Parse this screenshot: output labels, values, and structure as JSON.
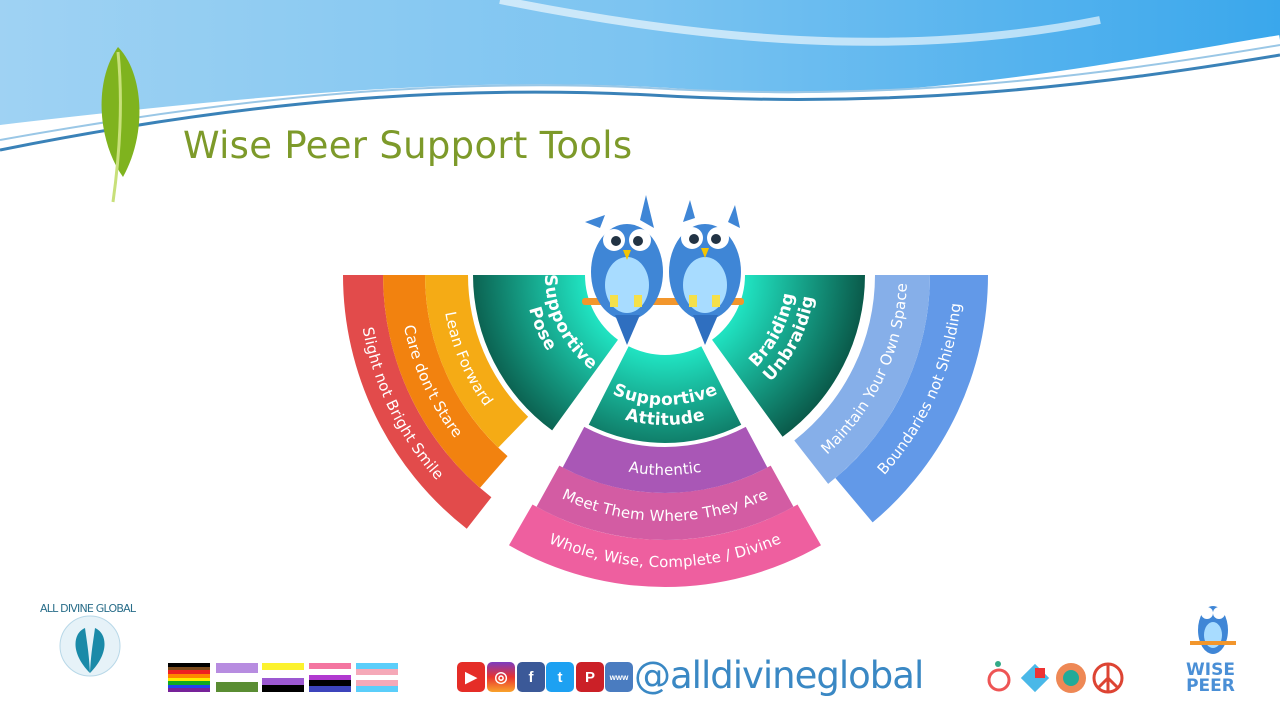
{
  "slide": {
    "title": "Wise Peer Support Tools"
  },
  "diagram": {
    "left_band": [
      "Lean Forward",
      "Care don't Stare",
      "Slight not Bright Smile"
    ],
    "bottom_band": [
      "Authentic",
      "Meet Them Where They Are",
      "Whole, Wise, Complete / Divine"
    ],
    "right_band": [
      "Maintain Your Own Space",
      "Boundaries not Shielding"
    ],
    "inner": {
      "pose": [
        "Supportive",
        "Pose"
      ],
      "attitude": [
        "Supportive",
        "Attitude"
      ],
      "braiding": [
        "Braiding",
        "Unbraidig"
      ]
    },
    "colors": {
      "red": "#e24b4b",
      "orange": "#f2820f",
      "yellow": "#f5ab15",
      "purple": "#a957b6",
      "magenta": "#d35ca3",
      "pink": "#ee5f9f",
      "blue_light": "#86afe9",
      "blue": "#6299e8",
      "teal_dark": "#0a5a4a",
      "teal_light": "#22efcc"
    }
  },
  "footer": {
    "logo_text": "ALL DIVINE GLOBAL",
    "social_icons": [
      "youtube-icon",
      "instagram-icon",
      "facebook-icon",
      "twitter-icon",
      "pinterest-icon",
      "www-icon"
    ],
    "social_glyphs": [
      "▶",
      "◎",
      "f",
      "t",
      "P",
      "www"
    ],
    "handle": "@alldivineglobal",
    "wise_peer": [
      "WISE",
      "PEER"
    ]
  }
}
